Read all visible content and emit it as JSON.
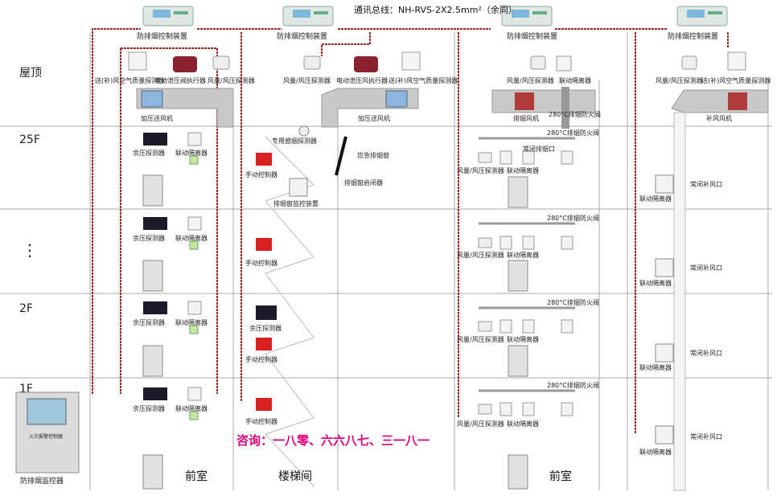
{
  "bus_label": "通讯总线：NH-RVS-2X2.5mm²（余同）",
  "controllers": {
    "c1": "防排烟控制装置",
    "c2": "防排烟控制装置",
    "c3": "防排烟控制装置",
    "c4": "防排烟控制装置"
  },
  "floors": {
    "roof": "屋顶",
    "f25": "25F",
    "dots": "⋮",
    "f2": "2F",
    "f1": "1F"
  },
  "roof_a": {
    "sensor_quality": "送(补)风空气质量探测器",
    "damper_actuator": "电动泄压阀执行器",
    "flow_sensor": "风量/风压探测器",
    "fan": "加压送风机"
  },
  "roof_b": {
    "flow_sensor": "风量/风压探测器",
    "damper_actuator": "电动泄压风执行器",
    "sensor_quality": "送(补)风空气质量探测器",
    "fan": "加压送风机"
  },
  "roof_c": {
    "flow_sensor": "风量/风压探测器",
    "isolator": "联动隔离器",
    "valve": "280°C排烟防火阀",
    "fan": "排烟风机"
  },
  "roof_d": {
    "flow_sensor": "风量/风压探测器",
    "sensor_quality": "送(补)风空气质量探测器",
    "fan": "补风风机"
  },
  "antechamber": {
    "residual_pressure": "余压探测器",
    "isolator": "联动隔离器"
  },
  "stairwell": {
    "manual_controller": "手动控制器",
    "dedicated_detector": "专用感烟探测器",
    "window_monitor": "排烟窗监控装置",
    "emergency_window": "应急排烟窗",
    "auto_window": "排烟窗启闭器",
    "residual_pressure": "余压探测器"
  },
  "smoke_zone": {
    "valve": "280°C排烟防火阀",
    "vent": "常闭排烟口",
    "flow_sensor": "风量/风压探测器",
    "isolator": "联动隔离器"
  },
  "makeup": {
    "isolator": "联动隔离器",
    "vent": "常闭补风口"
  },
  "monitor_label": "防排烟监控器",
  "monitor_screen_text": "火灾报警控制器",
  "bottom_labels": {
    "antechamber": "前室",
    "stairwell": "楼梯间",
    "antechamber2": "前室"
  },
  "contact": "咨询：一八零、六六八七、三一八一"
}
